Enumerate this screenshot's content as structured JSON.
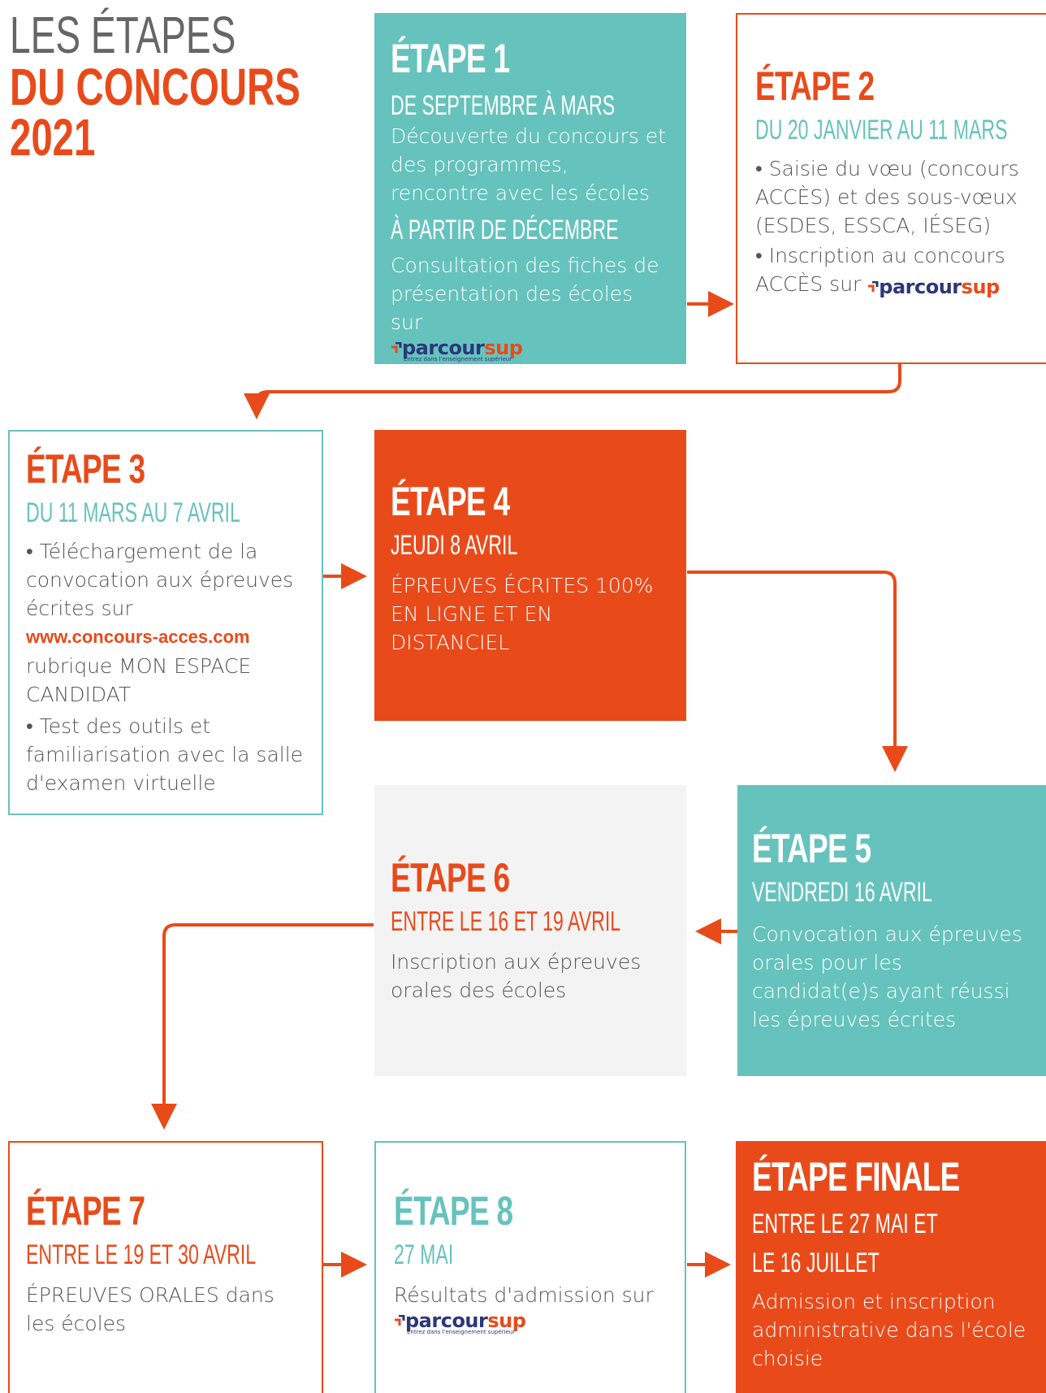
{
  "heading": {
    "line1": "LES ÉTAPES",
    "line2": "DU CONCOURS",
    "line3": "2021"
  },
  "parcoursup": {
    "part1": "parcour",
    "part2": "sup",
    "tagline": "Entrez dans l'enseignement supérieur"
  },
  "steps": {
    "s1": {
      "title": "ÉTAPE 1",
      "date1": "DE SEPTEMBRE À MARS",
      "text1": "Découverte du concours et des programmes, rencontre avec les écoles",
      "date2": "À PARTIR DE DÉCEMBRE",
      "text2": "Consultation des fiches de présentation des écoles sur"
    },
    "s2": {
      "title": "ÉTAPE 2",
      "date": "DU 20 JANVIER AU 11 MARS",
      "bullet1": "• Saisie du vœu (concours ACCÈS) et des sous-vœux (ESDES, ESSCA, IÉSEG)",
      "bullet2": "• Inscription au concours ACCÈS sur"
    },
    "s3": {
      "title": "ÉTAPE 3",
      "date": "DU 11 MARS AU 7 AVRIL",
      "text1": "• Téléchargement de la convocation aux épreuves écrites sur",
      "link": "www.concours-acces.com",
      "text2": "rubrique MON ESPACE CANDIDAT",
      "text3": "• Test des outils et familiarisation avec la salle d'examen virtuelle"
    },
    "s4": {
      "title": "ÉTAPE 4",
      "date": "JEUDI 8 AVRIL",
      "text": "ÉPREUVES ÉCRITES 100% EN LIGNE ET EN DISTANCIEL"
    },
    "s5": {
      "title": "ÉTAPE 5",
      "date": "VENDREDI 16 AVRIL",
      "text": "Convocation aux épreuves orales pour les candidat(e)s ayant réussi les épreuves écrites"
    },
    "s6": {
      "title": "ÉTAPE 6",
      "date": "ENTRE LE 16 ET 19 AVRIL",
      "text": "Inscription aux épreuves orales des écoles"
    },
    "s7": {
      "title": "ÉTAPE 7",
      "date": "ENTRE LE 19 ET 30 AVRIL",
      "text": "ÉPREUVES ORALES dans les écoles"
    },
    "s8": {
      "title": "ÉTAPE 8",
      "date": "27 MAI",
      "text": "Résultats d'admission sur"
    },
    "final": {
      "title": "ÉTAPE FINALE",
      "date1": "ENTRE LE 27 MAI ET",
      "date2": "LE 16 JUILLET",
      "text": "Admission et inscription administrative dans l'école choisie"
    }
  },
  "colors": {
    "orange": "#e94a1a",
    "teal": "#66c2bd",
    "grey": "#f3f3f3",
    "navy": "#2c3779"
  }
}
